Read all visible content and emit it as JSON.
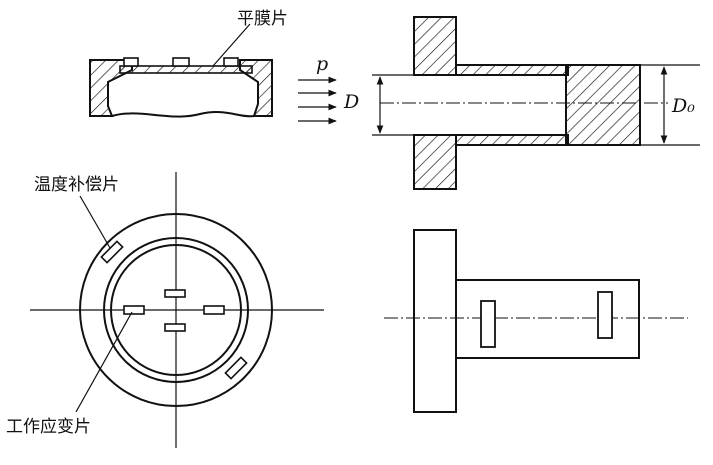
{
  "labels": {
    "flat_diaphragm": "平膜片",
    "temperature_compensation": "温度补偿片",
    "working_strain_gauge": "工作应变片",
    "pressure_symbol": "p",
    "inner_diameter_symbol": "D",
    "outer_diameter_symbol": "D₀"
  },
  "colors": {
    "ink": "#111111",
    "background": "#ffffff"
  }
}
